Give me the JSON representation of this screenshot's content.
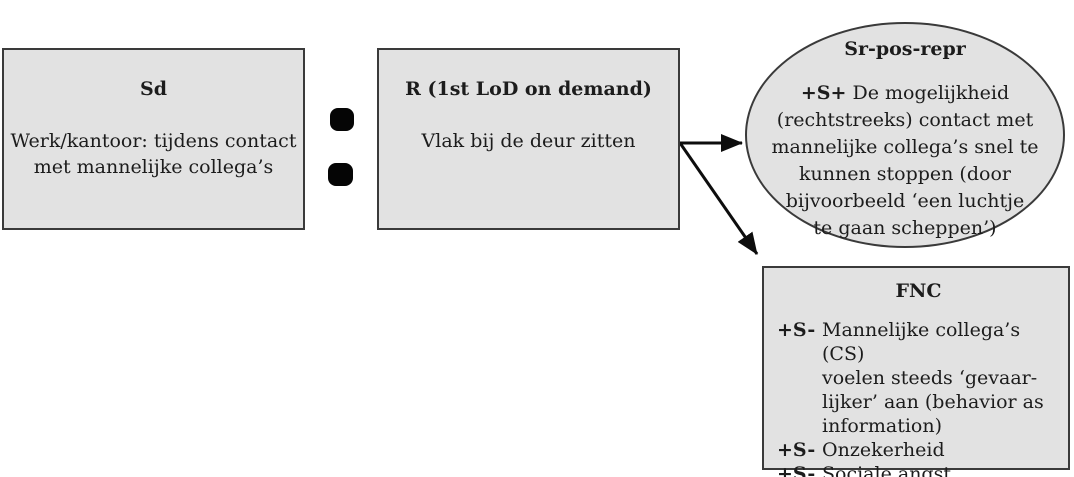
{
  "diagram": {
    "background_color": "#ffffff",
    "shape_fill_color": "#e2e2e2",
    "shape_border_color": "#3a3a3a",
    "arrow_color": "#0d0d0d",
    "relation_symbol": ":"
  },
  "sd_box": {
    "title": "Sd",
    "lines": [
      "Werk/kantoor: tijdens contact",
      "met mannelijke collega’s"
    ]
  },
  "r_box": {
    "title": "R (1st LoD on demand)",
    "lines": [
      "Vlak bij de deur zitten"
    ]
  },
  "sr_ellipse": {
    "title": "Sr-pos-repr",
    "marker": "+S+",
    "first_line": "De mogelijkheid",
    "body_lines": [
      "(rechtstreeks) contact met",
      "mannelijke collega’s snel te",
      "kunnen stoppen (door",
      "bijvoorbeeld ‘een luchtje",
      "te gaan scheppen’)"
    ]
  },
  "fnc_box": {
    "title": "FNC",
    "items": [
      {
        "marker": "+S-",
        "lines": [
          "Mannelijke collega’s (CS)",
          "voelen steeds ‘gevaar-",
          "lijker’ aan (behavior as",
          "information)"
        ]
      },
      {
        "marker": "+S-",
        "lines": [
          "Onzekerheid"
        ]
      },
      {
        "marker": "+S-",
        "lines": [
          "Sociale angst"
        ]
      }
    ]
  }
}
